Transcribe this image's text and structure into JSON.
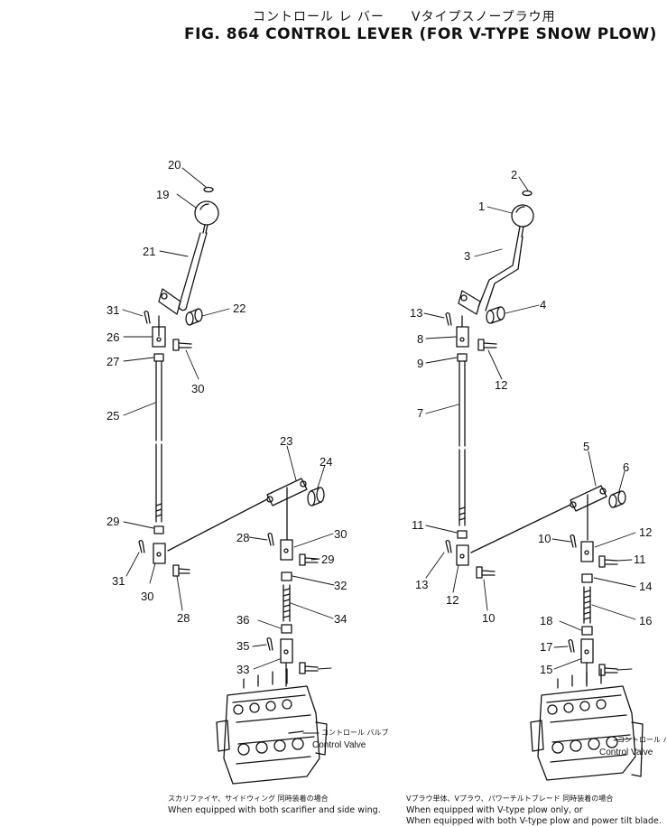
{
  "title": {
    "japanese": "コントロール レ バー　　Vタイプスノープラウ用",
    "english": "FIG. 864  CONTROL LEVER (FOR V-TYPE SNOW PLOW)"
  },
  "left_assembly": {
    "callouts": [
      "20",
      "19",
      "21",
      "22",
      "31",
      "26",
      "27",
      "30",
      "25",
      "23",
      "24",
      "29",
      "31",
      "28",
      "30",
      "28",
      "30",
      "29",
      "32",
      "34",
      "36",
      "35",
      "33"
    ],
    "control_valve": {
      "japanese": "コントロール バルブ",
      "english": "Control Valve"
    },
    "note": {
      "japanese": "スカリファイヤ、サイドウィング 同時装着の場合",
      "english": "When equipped with both scarifier and side wing."
    }
  },
  "right_assembly": {
    "callouts": [
      "2",
      "1",
      "3",
      "4",
      "13",
      "8",
      "9",
      "12",
      "7",
      "5",
      "6",
      "11",
      "13",
      "10",
      "12",
      "10",
      "12",
      "11",
      "14",
      "16",
      "18",
      "17",
      "15"
    ],
    "control_valve": {
      "japanese": "コントロール バルブ",
      "english": "Control Valve"
    },
    "note": {
      "japanese": "Vプラウ単体、Vプラウ、パワーチルトブレード 同時装着の場合",
      "english_1": "When equipped with V-type plow only, or",
      "english_2": "When equipped with both V-type plow and power tilt blade."
    }
  }
}
